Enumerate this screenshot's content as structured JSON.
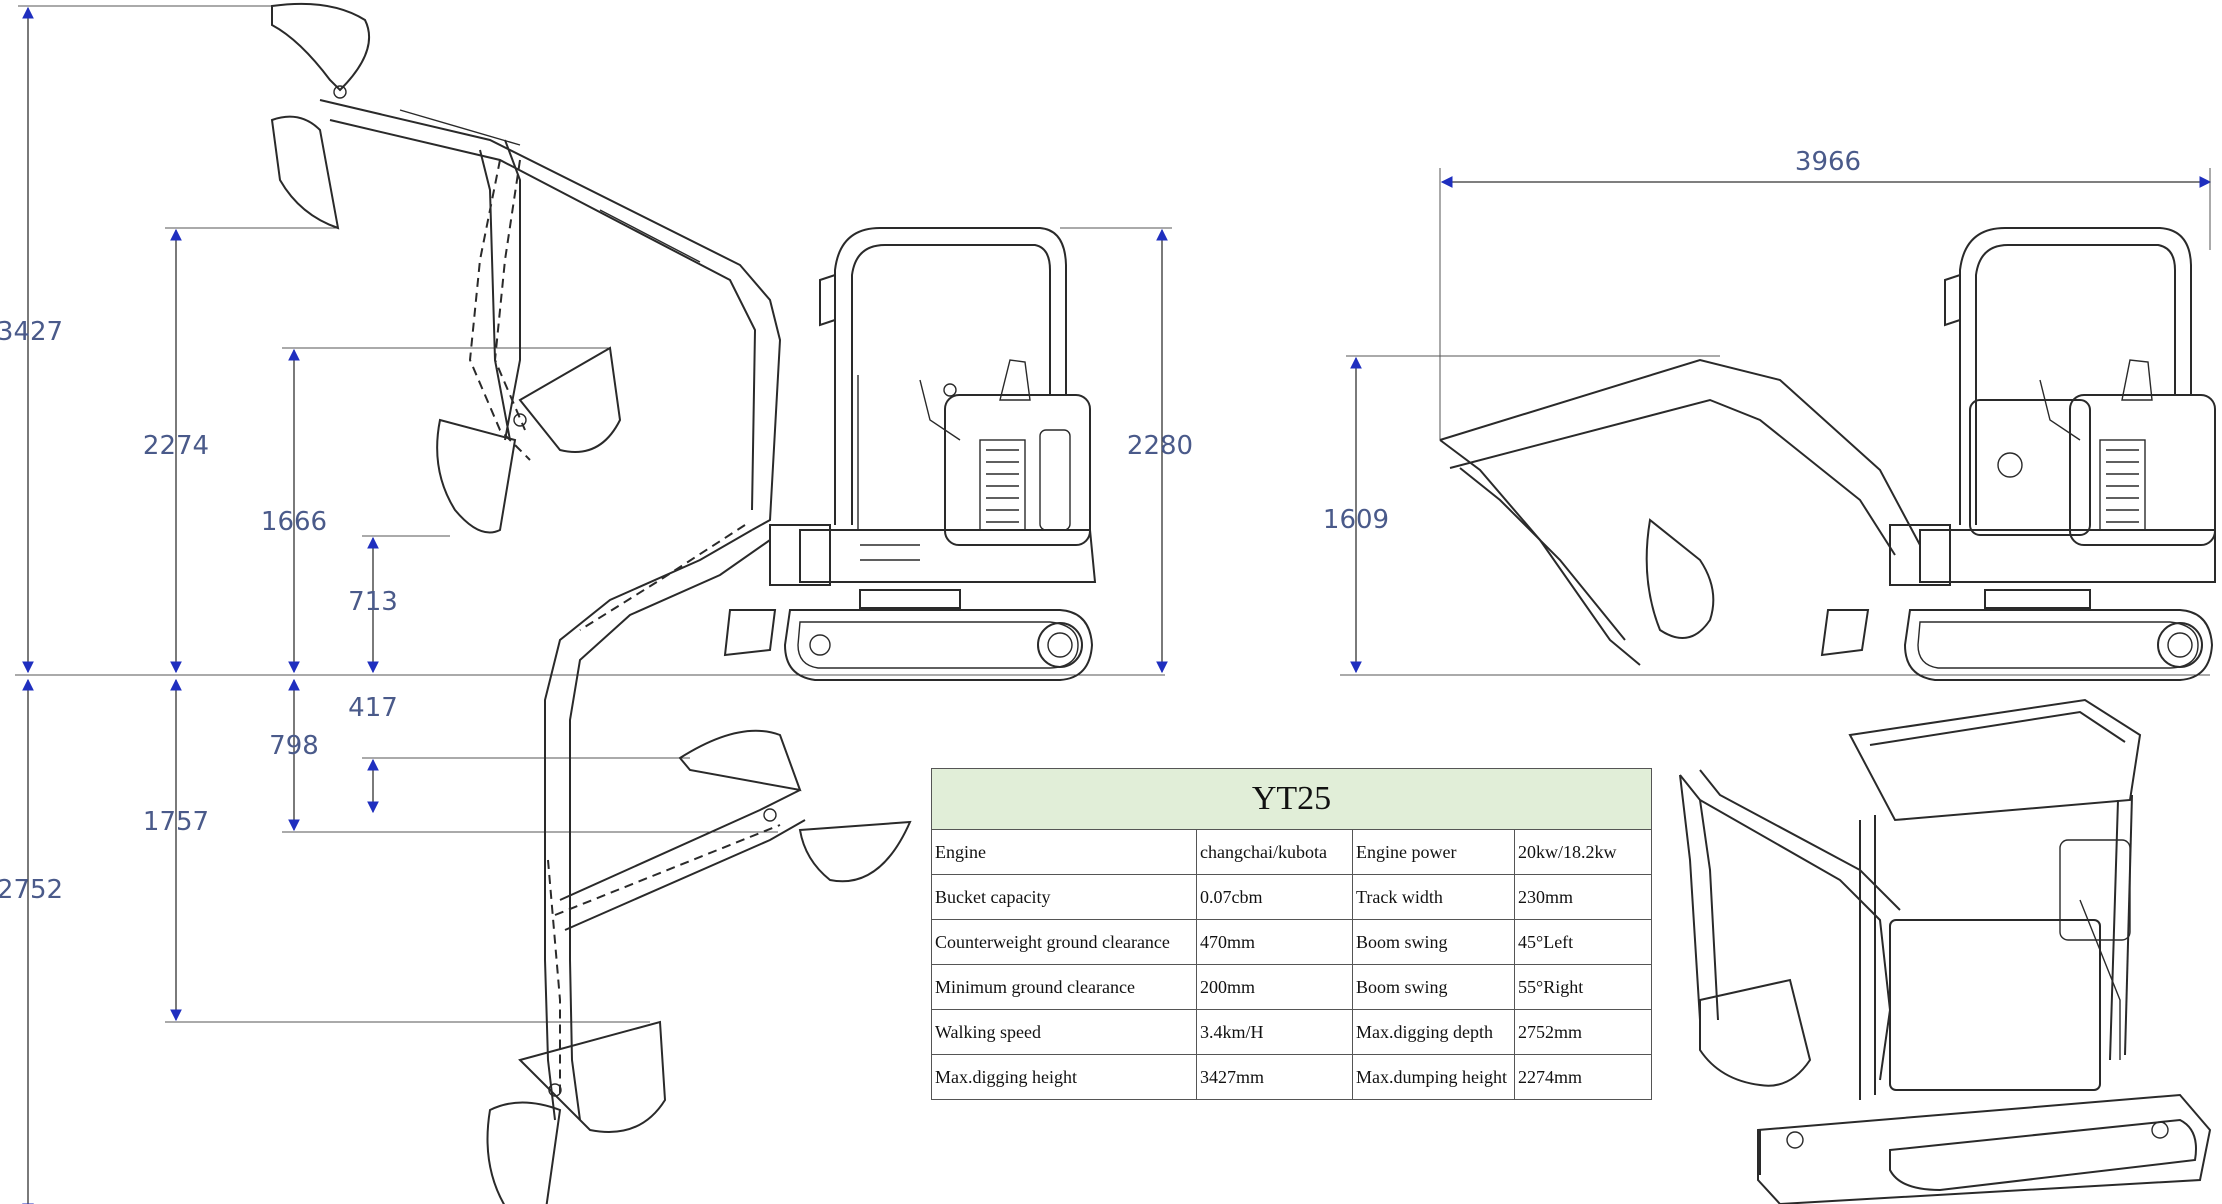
{
  "dimensions": {
    "max_digging_height": "3427",
    "max_dumping_height": "2274",
    "dim_1666": "1666",
    "dim_713": "713",
    "dim_417": "417",
    "dim_798": "798",
    "dim_1757": "1757",
    "max_digging_depth": "2752",
    "overall_height": "2280",
    "overall_length": "3966",
    "transport_height": "1609"
  },
  "spec_table": {
    "title": "YT25",
    "rows": [
      {
        "label1": "Engine",
        "value1": "changchai/kubota",
        "label2": "Engine power",
        "value2": "20kw/18.2kw"
      },
      {
        "label1": "Bucket capacity",
        "value1": "0.07cbm",
        "label2": "Track width",
        "value2": "230mm"
      },
      {
        "label1": "Counterweight ground clearance",
        "value1": "470mm",
        "label2": "Boom swing",
        "value2": "45°Left"
      },
      {
        "label1": "Minimum ground clearance",
        "value1": "200mm",
        "label2": "Boom swing",
        "value2": "55°Right"
      },
      {
        "label1": "Walking speed",
        "value1": "3.4km/H",
        "label2": "Max.digging depth",
        "value2": "2752mm"
      },
      {
        "label1": "Max.digging height",
        "value1": "3427mm",
        "label2": "Max.dumping height",
        "value2": "2274mm"
      }
    ]
  },
  "colors": {
    "dimension_text": "#4a5a8a",
    "dimension_arrow": "#1f2fbf",
    "table_header_bg": "#e1eed8"
  }
}
